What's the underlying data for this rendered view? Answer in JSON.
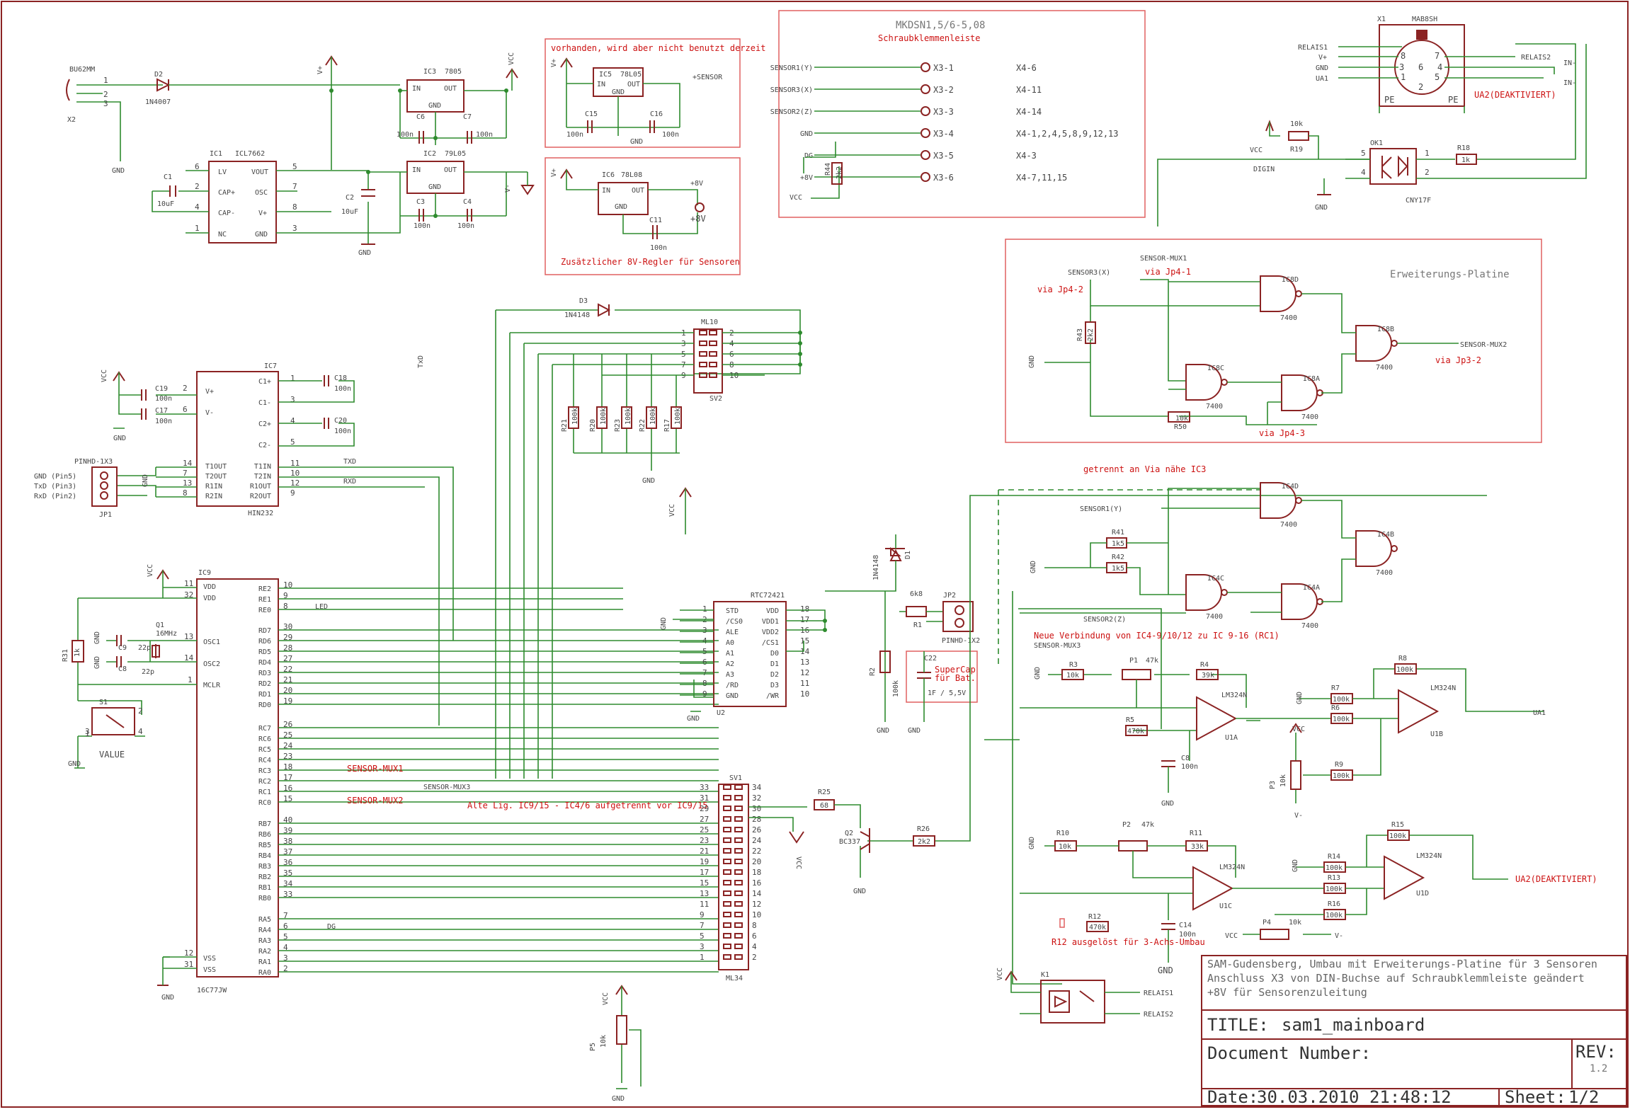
{
  "title_block": {
    "notes": [
      "SAM-Gudensberg, Umbau mit Erweiterungs-Platine für 3 Sensoren",
      "Anschluss X3 von DIN-Buchse auf Schraubklemmleiste geändert",
      "+8V für Sensorenzuleitung"
    ],
    "title_label": "TITLE:",
    "title_value": "sam1_mainboard",
    "docnum_label": "Document Number:",
    "rev_label": "REV:",
    "rev_value": "1.2",
    "date_label": "Date:",
    "date_value": "30.03.2010 21:48:12",
    "sheet_label": "Sheet:",
    "sheet_value": "1/2"
  },
  "boxes": {
    "unused_note": "vorhanden, wird aber nicht benutzt derzeit",
    "extra_reg_note": "Zusätzlicher 8V-Regler für Sensoren",
    "terminal_title1": "MKDSN1,5/6-5,08",
    "terminal_title2": "Schraubklemmenleiste",
    "expansion_title": "Erweiterungs-Platine",
    "getrennt": "getrennt an Via nähe IC3",
    "neue_verbindung": "Neue Verbindung von IC4-9/10/12 zu IC 9-16 (RC1)",
    "alte_lig": "Alte Lig. IC9/15 - IC4/6 aufgetrennt vor IC9/15",
    "supercap": "SuperCap",
    "supercap2": "für Bat.",
    "supercap3": "1F / 5,5V",
    "r12_note": "R12 ausgelöst für 3-Achs-Umbau"
  },
  "terminals": [
    {
      "sig": "SENSOR1(Y)",
      "pin": "X3-1",
      "conn": "X4-6"
    },
    {
      "sig": "SENSOR3(X)",
      "pin": "X3-2",
      "conn": "X4-11"
    },
    {
      "sig": "SENSOR2(Z)",
      "pin": "X3-3",
      "conn": "X4-14"
    },
    {
      "sig": "GND",
      "pin": "X3-4",
      "conn": "X4-1,2,4,5,8,9,12,13"
    },
    {
      "sig": "DG",
      "pin": "X3-5",
      "conn": "X4-3"
    },
    {
      "sig": "+8V",
      "pin": "X3-6",
      "conn": "X4-7,11,15"
    }
  ],
  "power": {
    "bu": "BU62MM",
    "x2": "X2",
    "d2": "D2",
    "d2v": "1N4007",
    "gnd": "GND",
    "vplus": "V+",
    "vcc": "VCC",
    "vminus": "V-",
    "ic3": "IC3",
    "ic3v": "7805",
    "ic2": "IC2",
    "ic2v": "79L05",
    "ic1": "IC1",
    "ic1v": "ICL7662",
    "c1": "C1",
    "c1v": "10uF",
    "c2": "C2",
    "c2v": "10uF",
    "c6": "C6",
    "c7": "C7",
    "c3": "C3",
    "c4": "C4",
    "n100": "100n",
    "ic5": "IC5",
    "ic5v": "78L05",
    "ic6": "IC6",
    "ic6v": "78L08",
    "c15": "C15",
    "c16": "C16",
    "c11": "C11",
    "sensor_plus": "+SENSOR",
    "p8v": "+8V",
    "in": "IN",
    "out": "OUT",
    "lv": "LV",
    "capp": "CAP+",
    "capm": "CAP-",
    "nc": "NC",
    "vout": "VOUT",
    "osc": "OSC",
    "vp": "V+",
    "p1": "1",
    "p2": "2",
    "p3": "3",
    "p4": "4",
    "p5": "5",
    "p6": "6",
    "p7": "7",
    "p8": "8"
  },
  "din": {
    "x1": "X1",
    "type": "MAB8SH",
    "relais1": "RELAIS1",
    "relais2": "RELAIS2",
    "vplus": "V+",
    "gnd": "GND",
    "ua1": "UA1",
    "in_minus": "IN-",
    "in_minus2": "IN-",
    "ua2": "UA2(DEAKTIVIERT)",
    "pe": "PE",
    "n8": "8",
    "n7": "7",
    "n3": "3",
    "n6": "6",
    "n4": "4",
    "n1": "1",
    "n5": "5",
    "n2": "2",
    "r19": "R19",
    "r19v": "10k",
    "vcc": "VCC",
    "digin": "DIGIN",
    "ok1": "OK1",
    "ok1v": "CNY17F",
    "r18": "R18",
    "r18v": "1k",
    "gnd2": "GND"
  },
  "hin": {
    "ic7": "IC7",
    "ic7v": "HIN232",
    "c19": "C19",
    "c17": "C17",
    "c18": "C18",
    "c20": "C20",
    "n100": "100n",
    "vcc": "VCC",
    "gnd": "GND",
    "jp1": "JP1",
    "jp1t": "PINHD-1X3",
    "gnd_pin5": "GND (Pin5)",
    "txd_pin3": "TxD (Pin3)",
    "rxd_pin2": "RxD (Pin2)",
    "txd": "TXD",
    "rxd": "RXD",
    "txd_rot": "TxD",
    "pins_l": [
      "V+",
      "V-",
      "T1OUT",
      "T2OUT",
      "R1IN",
      "R2IN"
    ],
    "pins_r": [
      "C1+",
      "C1-",
      "C2+",
      "C2-",
      "T1IN",
      "T2IN",
      "R1OUT",
      "R2OUT"
    ]
  },
  "ml10": {
    "name": "ML10",
    "sv": "SV2",
    "d3": "D3",
    "d3v": "1N4148",
    "rn": [
      "R21",
      "R20",
      "R23",
      "R22",
      "R17"
    ],
    "rv": "100k",
    "gnd": "GND"
  },
  "pic": {
    "ic9": "IC9",
    "ic9v": "16C77JW",
    "vdd": "VDD",
    "vss": "VSS",
    "osc1": "OSC1",
    "osc2": "OSC2",
    "mclr": "MCLR",
    "vcc": "VCC",
    "gnd": "GND",
    "q1": "Q1",
    "q1v": "16MHz",
    "c9": "C9",
    "c8": "C8",
    "c22p": "22p",
    "r31": "R31",
    "r31v": "1k",
    "s1": "S1",
    "value": "VALUE",
    "led": "LED",
    "dg": "DG",
    "sensor_mux1": "SENSOR-MUX1",
    "sensor_mux2": "SENSOR-MUX2",
    "sensor_mux3": "SENSOR-MUX3",
    "pins_r": [
      "RE2",
      "RE1",
      "RE0",
      "RD7",
      "RD6",
      "RD5",
      "RD4",
      "RD3",
      "RD2",
      "RD1",
      "RD0",
      "RC7",
      "RC6",
      "RC5",
      "RC4",
      "RC3",
      "RC2",
      "RC1",
      "RC0",
      "RB7",
      "RB6",
      "RB5",
      "RB4",
      "RB3",
      "RB2",
      "RB1",
      "RB0",
      "RA5",
      "RA4",
      "RA3",
      "RA2",
      "RA1",
      "RA0"
    ]
  },
  "rtc": {
    "name": "RTC72421",
    "u2": "U2",
    "vcc": "VCC",
    "gnd": "GND",
    "pins_l": [
      "STD",
      "/CS0",
      "ALE",
      "A0",
      "A1",
      "A2",
      "A3",
      "/RD",
      "GND"
    ],
    "pins_r": [
      "VDD",
      "VDD1",
      "VDD2",
      "/CS1",
      "D0",
      "D1",
      "D2",
      "D3",
      "/WR"
    ],
    "d1": "D1",
    "d1v": "1N4148",
    "r1": "R1",
    "r1v": "6k8",
    "jp2": "JP2",
    "jp2t": "PINHD-1X2",
    "c22": "C22",
    "r2": "R2",
    "r2v": "100k"
  },
  "ml34": {
    "name": "ML34",
    "sv1": "SV1",
    "r25": "R25",
    "r25v": "68",
    "q2": "Q2",
    "q2v": "BC337",
    "r26": "R26",
    "r26v": "2k2",
    "vcc": "VCC",
    "gnd": "GND",
    "p5": "P5",
    "p5v": "10k",
    "gnd2": "GND"
  },
  "gates": {
    "sensor3": "SENSOR3(X)",
    "mux1": "SENSOR-MUX1",
    "via1": "via Jp4-1",
    "via2": "via Jp4-2",
    "via3": "via Jp4-3",
    "via_jp3": "via Jp3-2",
    "mux2": "SENSOR-MUX2",
    "r43": "R43",
    "r43v": "2k2",
    "r50": "R50",
    "r50v": "10k",
    "gnd": "GND",
    "ic8d": "IC8D",
    "ic8c": "IC8C",
    "ic8a": "IC8A",
    "ic8b": "IC8B",
    "ic4d": "IC4D",
    "ic4c": "IC4C",
    "ic4a": "IC4A",
    "ic4b": "IC4B",
    "type": "7400",
    "sensor1": "SENSOR1(Y)",
    "sensor2": "SENSOR2(Z)",
    "r41": "R41",
    "r42": "R42",
    "r1k5": "1k5"
  },
  "opamps": {
    "r3": "R3",
    "r3v": "10k",
    "p1": "P1",
    "p1v": "47k",
    "r4": "R4",
    "r4v": "39k",
    "r8": "R8",
    "r8v": "100k",
    "r7": "R7",
    "r7v": "100k",
    "r6": "R6",
    "r6v": "100k",
    "r5": "R5",
    "r5v": "470k",
    "c8": "C8",
    "c8v": "100n",
    "r9": "R9",
    "r9v": "100k",
    "p3": "P3",
    "p3v": "10k",
    "u1a": "U1A",
    "u1b": "U1B",
    "u1c": "U1C",
    "u1d": "U1D",
    "lm": "LM324N",
    "ua1": "UA1",
    "ua2": "UA2(DEAKTIVIERT)",
    "vcc": "VCC",
    "gnd": "GND",
    "r10": "R10",
    "r10v": "10k",
    "p2": "P2",
    "p2v": "47k",
    "r11": "R11",
    "r11v": "33k",
    "r15": "R15",
    "r15v": "100k",
    "r14": "R14",
    "r14v": "100k",
    "r13": "R13",
    "r13v": "100k",
    "r16": "R16",
    "r16v": "100k",
    "r12": "R12",
    "r12v": "470k",
    "c14": "C14",
    "c14v": "100n",
    "p4": "P4",
    "p4v": "10k",
    "vminus": "V-",
    "k1": "K1",
    "relais1": "RELAIS1",
    "relais2": "RELAIS2"
  }
}
